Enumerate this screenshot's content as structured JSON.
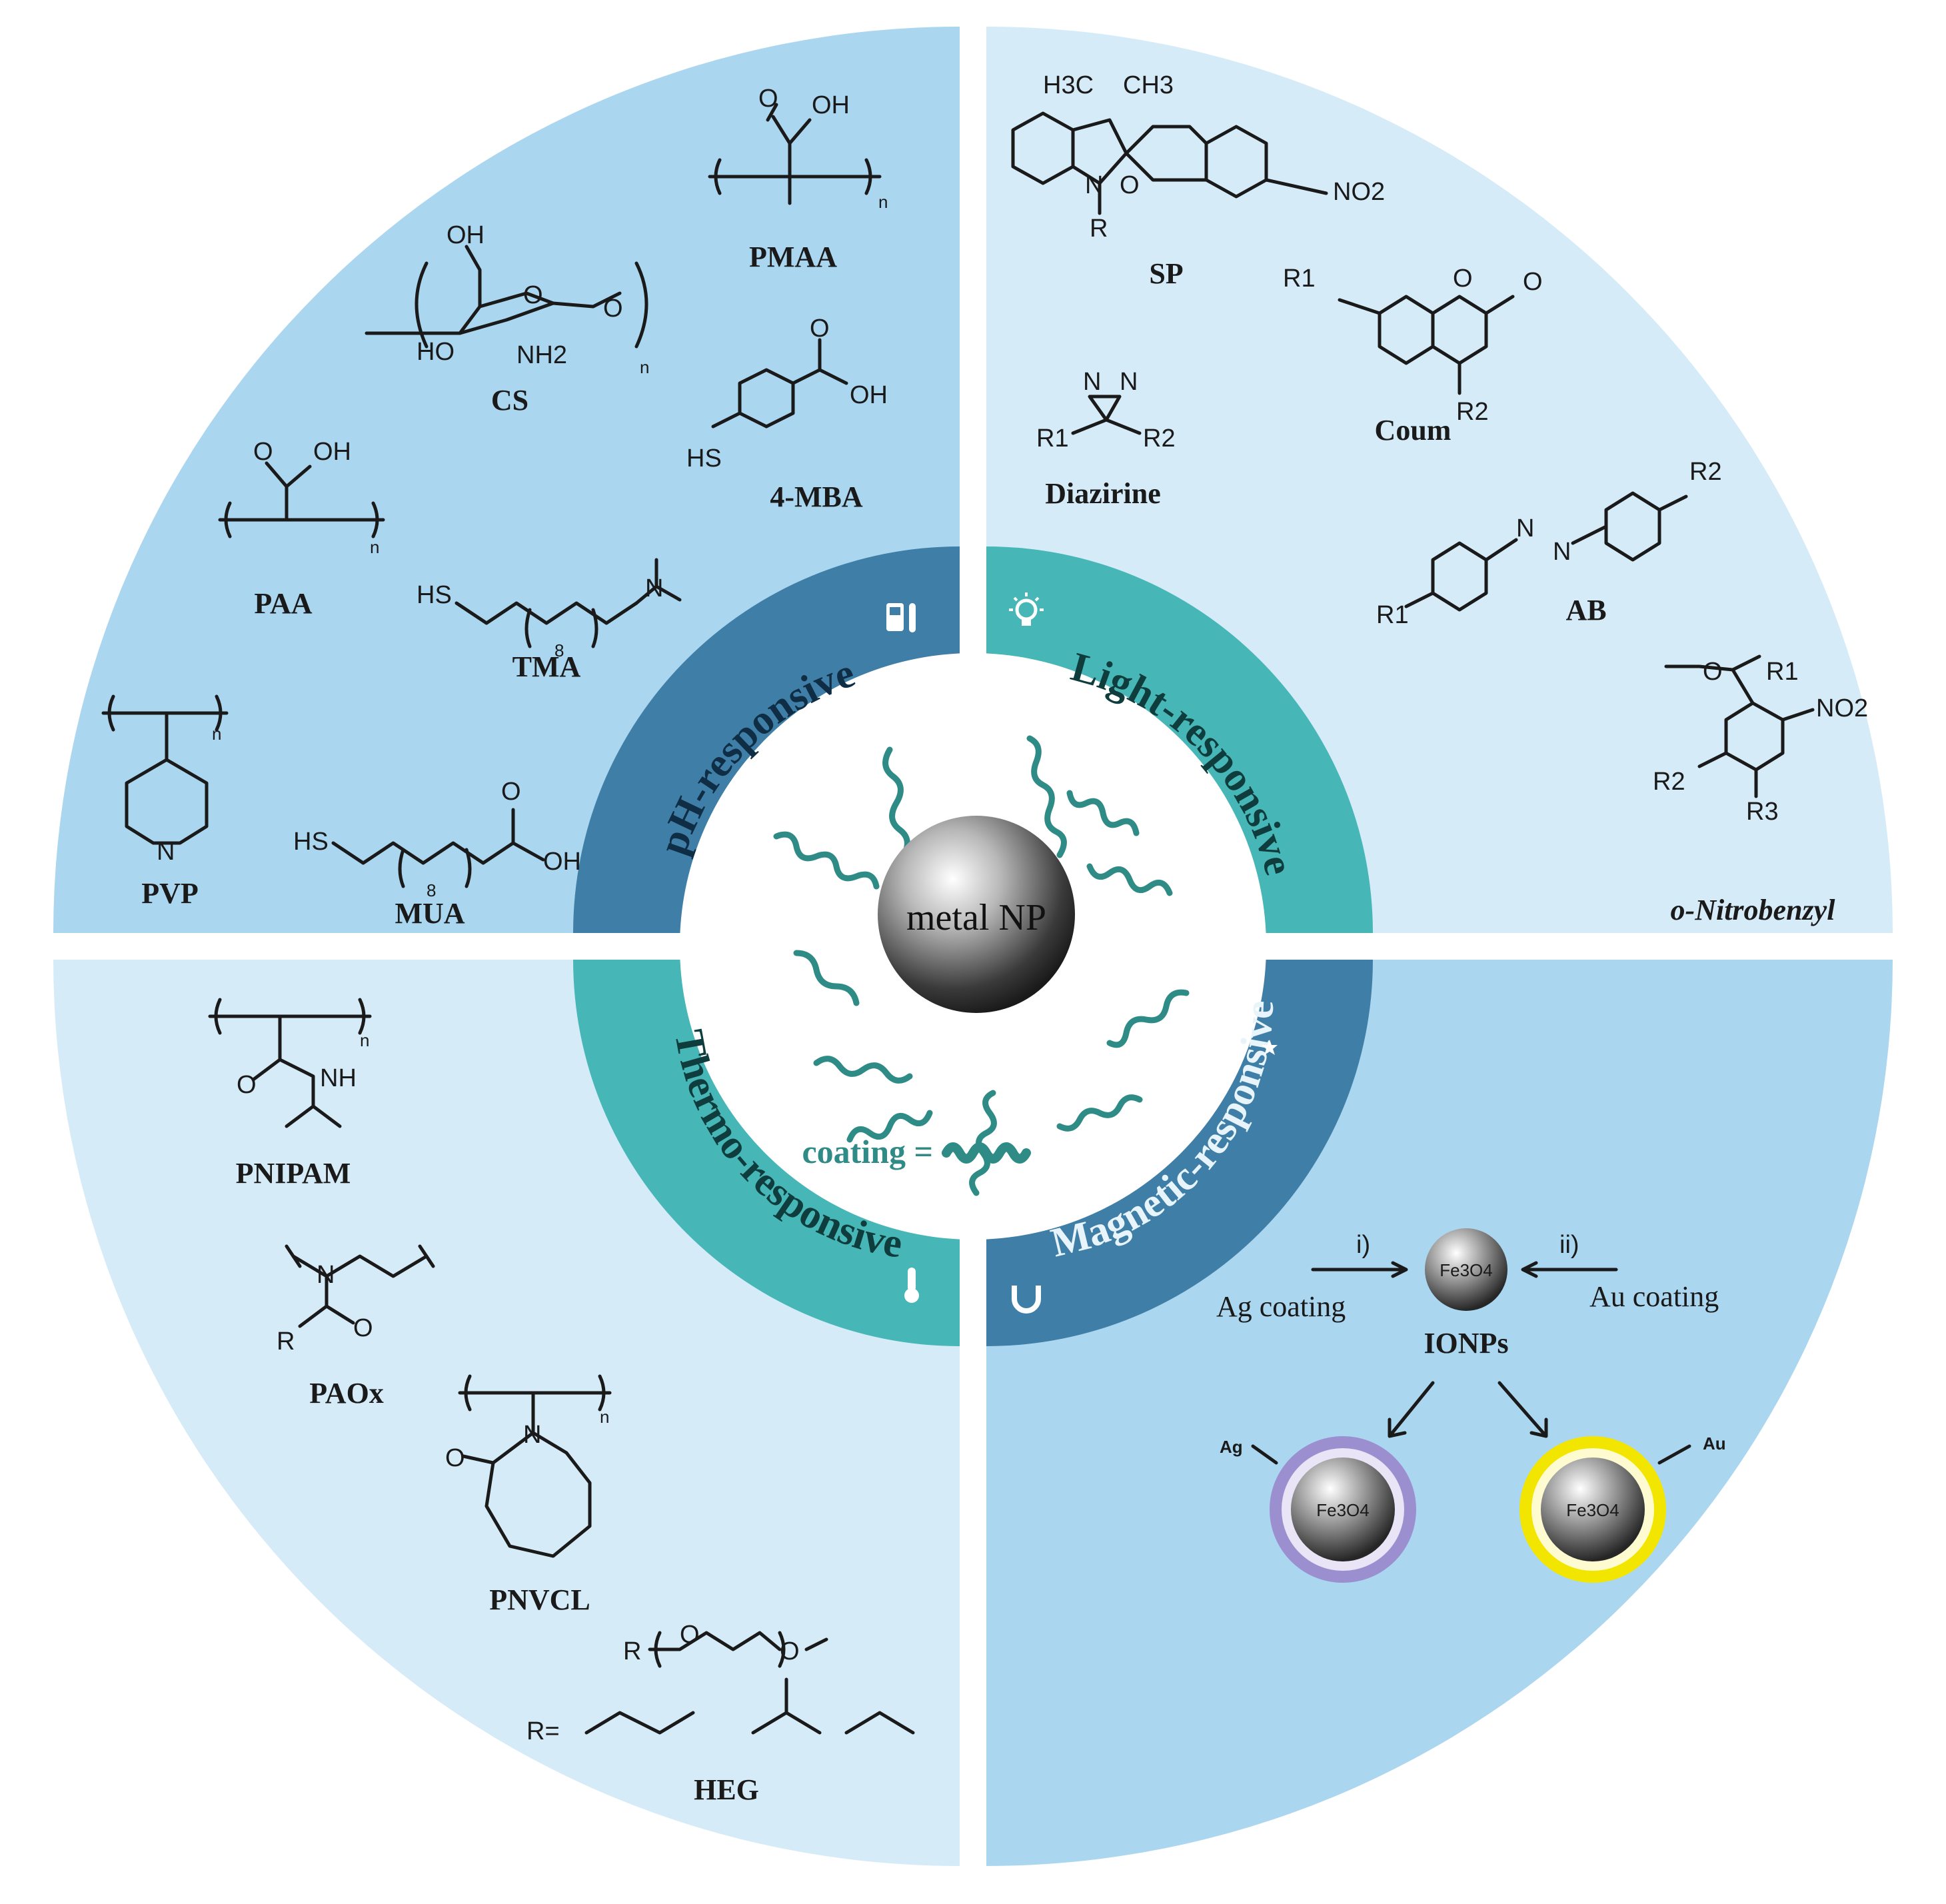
{
  "center": {
    "core_label": "metal NP",
    "legend_prefix": "coating ="
  },
  "ring_labels": {
    "ph": "pH-responsive",
    "light": "Light-responsive",
    "thermo": "Thermo-responsive",
    "magnetic": "Magnetic-responsive"
  },
  "ph_quadrant": {
    "pmaa": "PMAA",
    "cs": "CS",
    "mba": "4-MBA",
    "paa": "PAA",
    "tma": "TMA",
    "pvp": "PVP",
    "mua": "MUA"
  },
  "light_quadrant": {
    "sp": "SP",
    "coum": "Coum",
    "diazirine": "Diazirine",
    "ab": "AB",
    "onb": "o-Nitrobenzyl"
  },
  "thermo_quadrant": {
    "pnipam": "PNIPAM",
    "paox": "PAOx",
    "pnvcl": "PNVCL",
    "heg": "HEG",
    "r_eq": "R="
  },
  "magnetic_quadrant": {
    "step1": "i)",
    "step2": "ii)",
    "ag_coating": "Ag coating",
    "au_coating": "Au coating",
    "ionps": "IONPs",
    "core": "Fe3O4",
    "ag": "Ag",
    "au": "Au"
  },
  "chem_text": {
    "oh": "OH",
    "o": "O",
    "n": "N",
    "nh": "NH",
    "nh2": "NH2",
    "hs": "HS",
    "ho": "HO",
    "r": "R",
    "r1": "R1",
    "r2": "R2",
    "r3": "R3",
    "no2": "NO2",
    "h3c": "H3C",
    "ch3": "CH3",
    "sub_n": "n",
    "sub_8": "8"
  },
  "colors": {
    "ph_bg": "#abd6f0",
    "light_bg": "#d6ebf8",
    "thermo_bg": "#d6ebf8",
    "magnetic_bg": "#abd6f0",
    "ring_dark": "#3f7ea6",
    "ring_teal": "#47b6b6",
    "coating": "#2e8b85",
    "ag_shell": "#9b8fd0",
    "au_shell": "#f2e600"
  }
}
